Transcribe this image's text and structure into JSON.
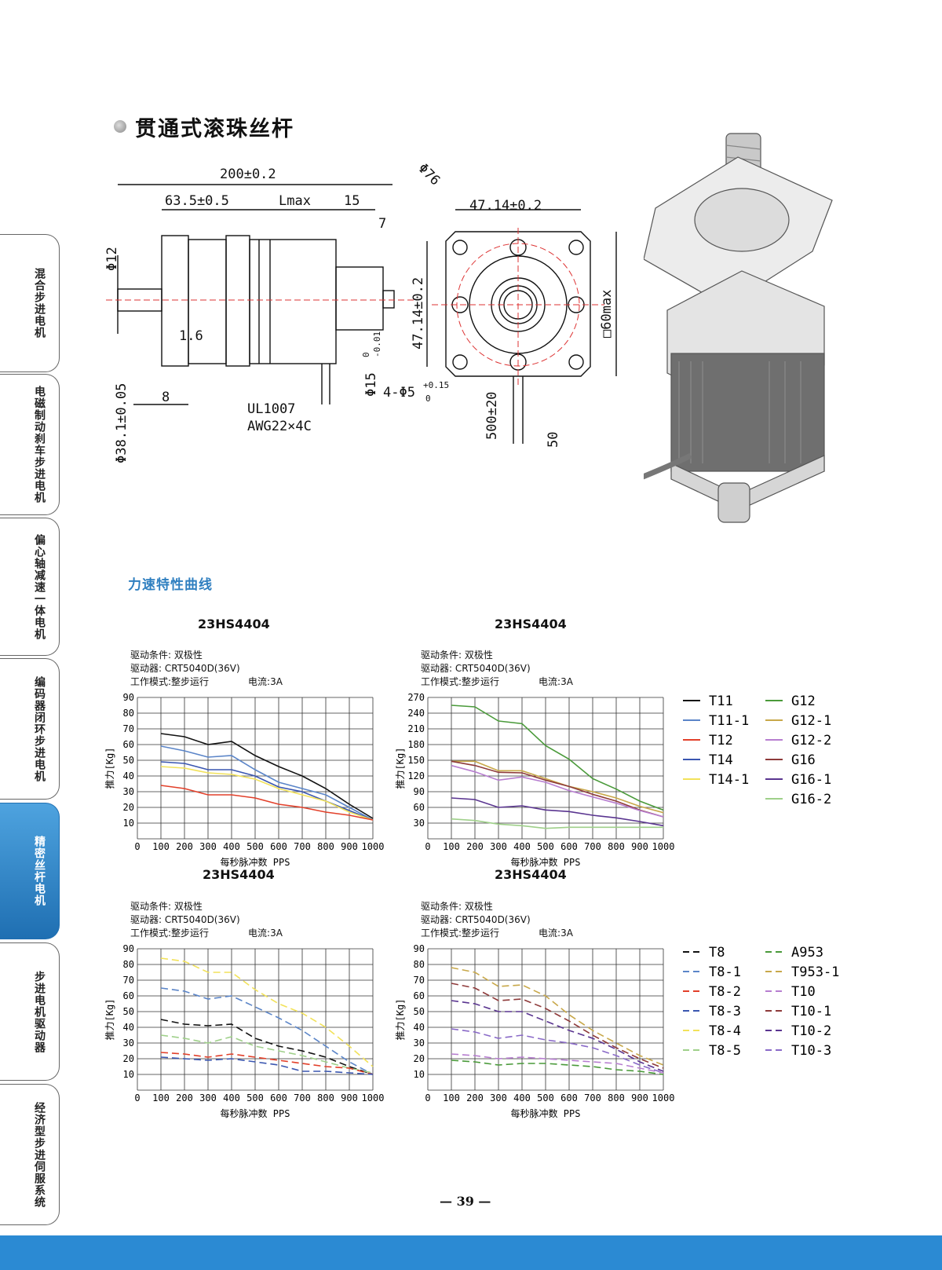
{
  "section_title": "贯通式滚珠丝杆",
  "subsection_title": "力速特性曲线",
  "page_number": "— 39 —",
  "side_tabs": [
    {
      "label": "混合步进电机",
      "active": false
    },
    {
      "label": "电磁制动刹车步进电机",
      "active": false
    },
    {
      "label": "偏心轴减速一体电机",
      "active": false
    },
    {
      "label": "编码器闭环步进电机",
      "active": false
    },
    {
      "label": "精密丝杆电机",
      "active": true
    },
    {
      "label": "步进电机驱动器",
      "active": false
    },
    {
      "label": "经济型步进伺服系统",
      "active": false
    }
  ],
  "drawing": {
    "dim_total": "200±0.2",
    "dim_left": "63.5±0.5",
    "dim_lmax": "Lmax",
    "dim_15": "15",
    "dim_7": "7",
    "dim_phi12": "Φ12",
    "dim_1_6": "1.6",
    "dim_8": "8",
    "dim_phi38": "Φ38.1±0.05",
    "dim_phi15": "Φ15",
    "dim_phi15_tol_up": "0",
    "dim_phi15_tol_dn": "-0.01",
    "cable_1": "UL1007",
    "cable_2": "AWG22×4C",
    "dim_phi76": "Φ76",
    "dim_47_h": "47.14±0.2",
    "dim_47_v": "47.14±0.2",
    "dim_60max": "□60max",
    "dim_holes": "4-Φ5",
    "dim_holes_tol_up": "+0.15",
    "dim_holes_tol_dn": "0",
    "dim_500": "500±20",
    "dim_50": "50"
  },
  "legend_top": {
    "col1": [
      {
        "name": "T11",
        "color": "#111111",
        "dash": false
      },
      {
        "name": "T11-1",
        "color": "#5b85c8",
        "dash": false
      },
      {
        "name": "T12",
        "color": "#e2402a",
        "dash": false
      },
      {
        "name": "T14",
        "color": "#3a56b0",
        "dash": false
      },
      {
        "name": "T14-1",
        "color": "#f2e25a",
        "dash": false
      }
    ],
    "col2": [
      {
        "name": "G12",
        "color": "#4a9a3a",
        "dash": false
      },
      {
        "name": "G12-1",
        "color": "#c8a84a",
        "dash": false
      },
      {
        "name": "G12-2",
        "color": "#b77ed0",
        "dash": false
      },
      {
        "name": "G16",
        "color": "#8e3a3a",
        "dash": false
      },
      {
        "name": "G16-1",
        "color": "#5a3590",
        "dash": false
      },
      {
        "name": "G16-2",
        "color": "#9fd08a",
        "dash": false
      }
    ]
  },
  "legend_bottom": {
    "col1": [
      {
        "name": "T8",
        "color": "#111111",
        "dash": true
      },
      {
        "name": "T8-1",
        "color": "#5b85c8",
        "dash": true
      },
      {
        "name": "T8-2",
        "color": "#e2402a",
        "dash": true
      },
      {
        "name": "T8-3",
        "color": "#3a56b0",
        "dash": true
      },
      {
        "name": "T8-4",
        "color": "#f2e25a",
        "dash": true
      },
      {
        "name": "T8-5",
        "color": "#9fd08a",
        "dash": true
      }
    ],
    "col2": [
      {
        "name": "A953",
        "color": "#4a9a3a",
        "dash": true
      },
      {
        "name": "T953-1",
        "color": "#c8a84a",
        "dash": true
      },
      {
        "name": "T10",
        "color": "#b77ed0",
        "dash": true
      },
      {
        "name": "T10-1",
        "color": "#8e3a3a",
        "dash": true
      },
      {
        "name": "T10-2",
        "color": "#5a3590",
        "dash": true
      },
      {
        "name": "T10-3",
        "color": "#8a6ac8",
        "dash": true
      }
    ]
  },
  "chart_data": [
    {
      "type": "line",
      "title": "23HS4404",
      "notes": [
        "驱动条件: 双极性",
        "驱动器: CRT5040D(36V)",
        "工作模式:整步运行"
      ],
      "current": "电流:3A",
      "xlabel": "每秒脉冲数 PPS",
      "ylabel": "推力[Kg]",
      "xlim": [
        0,
        1000
      ],
      "ylim": [
        0,
        90
      ],
      "xticks": [
        0,
        100,
        200,
        300,
        400,
        500,
        600,
        700,
        800,
        900,
        1000
      ],
      "yticks": [
        10,
        20,
        30,
        40,
        50,
        60,
        70,
        80,
        90
      ],
      "x": [
        100,
        200,
        300,
        400,
        500,
        600,
        700,
        800,
        900,
        1000
      ],
      "series": [
        {
          "name": "T11",
          "color": "#111111",
          "dash": false,
          "values": [
            67,
            65,
            60,
            62,
            53,
            46,
            40,
            32,
            22,
            13
          ]
        },
        {
          "name": "T11-1",
          "color": "#5b85c8",
          "dash": false,
          "values": [
            59,
            56,
            52,
            53,
            44,
            36,
            32,
            28,
            20,
            12
          ]
        },
        {
          "name": "T14",
          "color": "#3a56b0",
          "dash": false,
          "values": [
            49,
            48,
            44,
            44,
            40,
            33,
            30,
            24,
            18,
            12
          ]
        },
        {
          "name": "T14-1",
          "color": "#f2e25a",
          "dash": false,
          "values": [
            46,
            45,
            42,
            41,
            38,
            32,
            28,
            24,
            17,
            12
          ]
        },
        {
          "name": "T12",
          "color": "#e2402a",
          "dash": false,
          "values": [
            34,
            32,
            28,
            28,
            26,
            22,
            20,
            17,
            15,
            12
          ]
        }
      ]
    },
    {
      "type": "line",
      "title": "23HS4404",
      "notes": [
        "驱动条件: 双极性",
        "驱动器: CRT5040D(36V)",
        "工作模式:整步运行"
      ],
      "current": "电流:3A",
      "xlabel": "每秒脉冲数 PPS",
      "ylabel": "推力[Kg]",
      "xlim": [
        0,
        1000
      ],
      "ylim": [
        0,
        270
      ],
      "xticks": [
        0,
        100,
        200,
        300,
        400,
        500,
        600,
        700,
        800,
        900,
        1000
      ],
      "yticks": [
        30,
        60,
        90,
        120,
        150,
        180,
        210,
        240,
        270
      ],
      "x": [
        100,
        200,
        300,
        400,
        500,
        600,
        700,
        800,
        900,
        1000
      ],
      "series": [
        {
          "name": "G12",
          "color": "#4a9a3a",
          "dash": false,
          "values": [
            255,
            252,
            225,
            220,
            178,
            152,
            115,
            95,
            72,
            55
          ]
        },
        {
          "name": "G12-1",
          "color": "#c8a84a",
          "dash": false,
          "values": [
            148,
            148,
            130,
            130,
            115,
            100,
            90,
            78,
            62,
            50
          ]
        },
        {
          "name": "G16",
          "color": "#8e3a3a",
          "dash": false,
          "values": [
            148,
            140,
            127,
            126,
            112,
            100,
            85,
            72,
            55,
            42
          ]
        },
        {
          "name": "G12-2",
          "color": "#b77ed0",
          "dash": false,
          "values": [
            140,
            128,
            112,
            118,
            108,
            92,
            80,
            68,
            54,
            42
          ]
        },
        {
          "name": "G16-1",
          "color": "#5a3590",
          "dash": false,
          "values": [
            78,
            75,
            60,
            63,
            55,
            52,
            45,
            40,
            33,
            25
          ]
        },
        {
          "name": "G16-2",
          "color": "#9fd08a",
          "dash": false,
          "values": [
            38,
            35,
            28,
            25,
            20,
            22,
            22,
            22,
            22,
            22
          ]
        }
      ]
    },
    {
      "type": "line",
      "title": "23HS4404",
      "notes": [
        "驱动条件: 双极性",
        "驱动器: CRT5040D(36V)",
        "工作模式:整步运行"
      ],
      "current": "电流:3A",
      "xlabel": "每秒脉冲数 PPS",
      "ylabel": "推力[Kg]",
      "xlim": [
        0,
        1000
      ],
      "ylim": [
        0,
        90
      ],
      "xticks": [
        0,
        100,
        200,
        300,
        400,
        500,
        600,
        700,
        800,
        900,
        1000
      ],
      "yticks": [
        10,
        20,
        30,
        40,
        50,
        60,
        70,
        80,
        90
      ],
      "x": [
        100,
        200,
        300,
        400,
        500,
        600,
        700,
        800,
        900,
        1000
      ],
      "series": [
        {
          "name": "T8-4",
          "color": "#f2e25a",
          "dash": true,
          "values": [
            84,
            82,
            75,
            75,
            64,
            55,
            49,
            40,
            28,
            15
          ]
        },
        {
          "name": "T8-1",
          "color": "#5b85c8",
          "dash": true,
          "values": [
            65,
            63,
            58,
            60,
            53,
            46,
            38,
            28,
            18,
            10
          ]
        },
        {
          "name": "T8",
          "color": "#111111",
          "dash": true,
          "values": [
            45,
            42,
            41,
            42,
            33,
            28,
            25,
            21,
            15,
            10
          ]
        },
        {
          "name": "T8-5",
          "color": "#9fd08a",
          "dash": true,
          "values": [
            35,
            33,
            30,
            34,
            28,
            25,
            22,
            18,
            14,
            11
          ]
        },
        {
          "name": "T8-2",
          "color": "#e2402a",
          "dash": true,
          "values": [
            24,
            23,
            21,
            23,
            21,
            19,
            17,
            15,
            14,
            10
          ]
        },
        {
          "name": "T8-3",
          "color": "#3a56b0",
          "dash": true,
          "values": [
            21,
            20,
            19,
            20,
            18,
            16,
            12,
            12,
            11,
            10
          ]
        }
      ]
    },
    {
      "type": "line",
      "title": "23HS4404",
      "notes": [
        "驱动条件: 双极性",
        "驱动器: CRT5040D(36V)",
        "工作模式:整步运行"
      ],
      "current": "电流:3A",
      "xlabel": "每秒脉冲数 PPS",
      "ylabel": "推力[Kg]",
      "xlim": [
        0,
        1000
      ],
      "ylim": [
        0,
        90
      ],
      "xticks": [
        0,
        100,
        200,
        300,
        400,
        500,
        600,
        700,
        800,
        900,
        1000
      ],
      "yticks": [
        10,
        20,
        30,
        40,
        50,
        60,
        70,
        80,
        90
      ],
      "x": [
        100,
        200,
        300,
        400,
        500,
        600,
        700,
        800,
        900,
        1000
      ],
      "series": [
        {
          "name": "T953-1",
          "color": "#c8a84a",
          "dash": true,
          "values": [
            78,
            75,
            66,
            67,
            60,
            48,
            38,
            30,
            22,
            16
          ]
        },
        {
          "name": "T10-1",
          "color": "#8e3a3a",
          "dash": true,
          "values": [
            68,
            65,
            57,
            58,
            52,
            44,
            35,
            27,
            20,
            14
          ]
        },
        {
          "name": "T10-2",
          "color": "#5a3590",
          "dash": true,
          "values": [
            57,
            55,
            50,
            50,
            44,
            38,
            33,
            26,
            18,
            12
          ]
        },
        {
          "name": "T10-3",
          "color": "#8a6ac8",
          "dash": true,
          "values": [
            39,
            37,
            33,
            35,
            32,
            30,
            27,
            22,
            16,
            11
          ]
        },
        {
          "name": "T10",
          "color": "#b77ed0",
          "dash": true,
          "values": [
            23,
            22,
            20,
            21,
            20,
            19,
            18,
            17,
            14,
            11
          ]
        },
        {
          "name": "A953",
          "color": "#4a9a3a",
          "dash": true,
          "values": [
            19,
            18,
            16,
            17,
            17,
            16,
            15,
            13,
            12,
            10
          ]
        }
      ]
    }
  ]
}
